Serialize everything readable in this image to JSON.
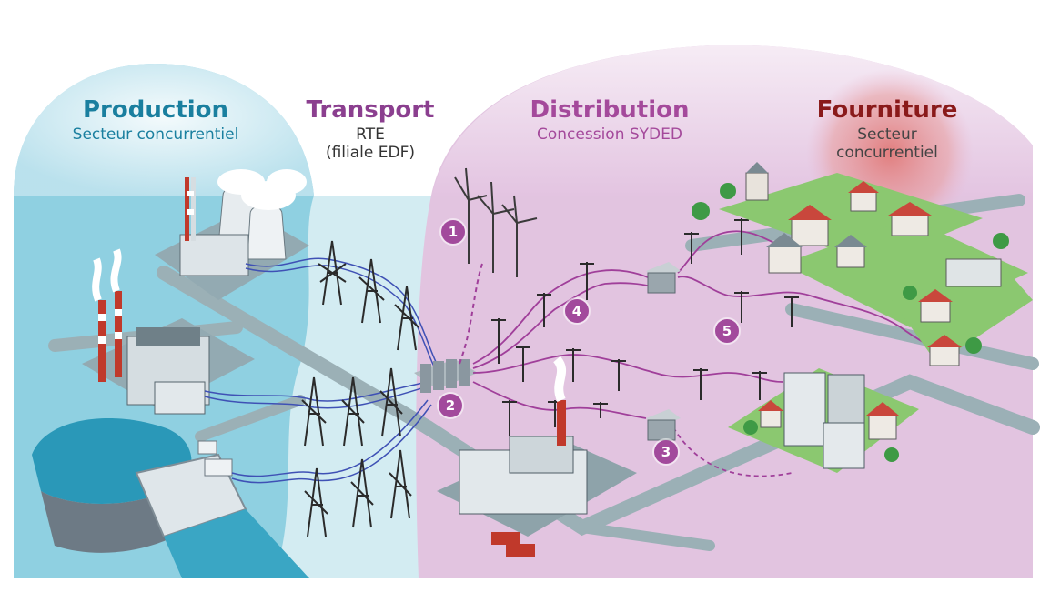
{
  "zones": {
    "production": {
      "title": "Production",
      "subtitle": "Secteur concurrentiel",
      "color": "#1a7f9f"
    },
    "transport": {
      "title": "Transport",
      "line1": "RTE",
      "line2": "(filiale EDF)",
      "color": "#8b3f8f"
    },
    "distribution": {
      "title": "Distribution",
      "subtitle": "Concession SYDED",
      "color": "#a4499b"
    },
    "fourniture": {
      "title": "Fourniture",
      "line1": "Secteur",
      "line2": "concurrentiel",
      "color": "#8a1a1a"
    }
  },
  "markers": [
    "1",
    "2",
    "3",
    "4",
    "5"
  ],
  "colors": {
    "production_bg": "#8ccfe0",
    "transport_bg": "#cdeaf1",
    "distribution_bg": "#e6c8e4",
    "fourniture_glow": "#e08a8a",
    "lines_transport": "#3a4fb8",
    "lines_distribution": "#a03f9a",
    "road": "#8fa5ab",
    "grass": "#7cc46a"
  }
}
